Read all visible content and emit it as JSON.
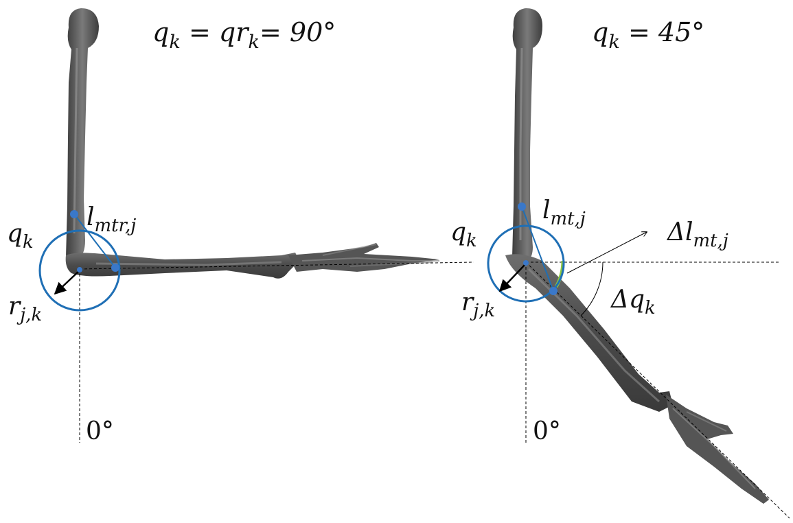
{
  "left_panel": {
    "title": {
      "main": "q",
      "sub": "k",
      "eq1": " = qr",
      "sub2": "k",
      "eq2": "= 90°"
    },
    "label_lmt": {
      "main": "l",
      "sub": "mtr,j"
    },
    "label_q": {
      "main": "q",
      "sub": "k"
    },
    "label_r": {
      "main": "r",
      "sub": "j,k"
    },
    "angle_zero": "0°"
  },
  "right_panel": {
    "title": {
      "main": "q",
      "sub": "k",
      "eq": " = 45°"
    },
    "label_lmt": {
      "main": "l",
      "sub": "mt,j"
    },
    "label_dlmt": {
      "pre": "Δ",
      "main": "l",
      "sub": "mt,j"
    },
    "label_q": {
      "main": "q",
      "sub": "k"
    },
    "label_dq": {
      "pre": "Δ",
      "main": "q",
      "sub": "k"
    },
    "label_r": {
      "main": "r",
      "sub": "j,k"
    },
    "angle_zero": "0°"
  },
  "colors": {
    "bone": "#5a5a5a",
    "bone_highlight": "#8a8a8a",
    "circle": "#1f6fb5",
    "marker": "#3a78c9",
    "muscle_delta": "#8cc63f",
    "line": "#000000"
  }
}
